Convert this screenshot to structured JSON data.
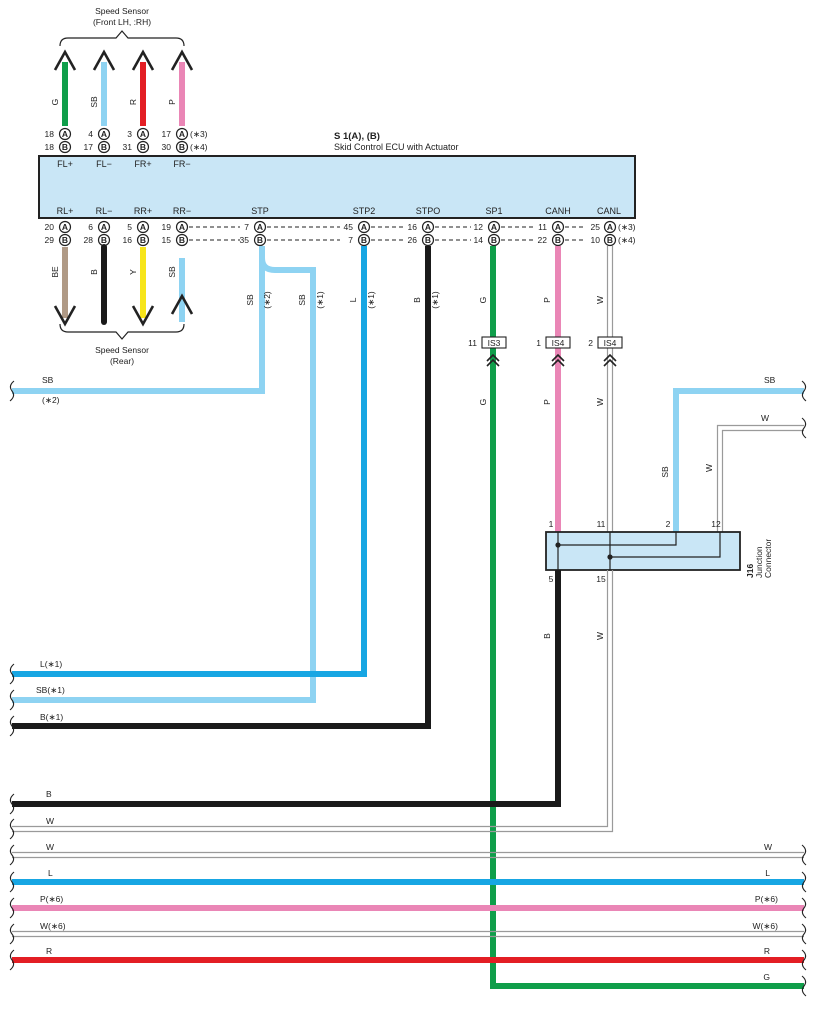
{
  "colors": {
    "SB": "#8ed3f2",
    "L": "#17a6e3",
    "G": "#0f9e4a",
    "R": "#e31e24",
    "P": "#ea86b6",
    "BE": "#b09a86",
    "B": "#1a1a1a",
    "Y": "#f7e51a",
    "W": "#9a9a9a",
    "ecu_fill": "#c9e6f6",
    "frame": "#222222"
  },
  "front_sensor": {
    "title_line1": "Speed Sensor",
    "title_line2": "(Front LH, :RH)"
  },
  "rear_sensor": {
    "title_line1": "Speed Sensor",
    "title_line2": "(Rear)"
  },
  "ecu": {
    "code": "S 1(A), (B)",
    "name": "Skid Control ECU with Actuator"
  },
  "top_wires": [
    {
      "color": "G",
      "pinA": "18",
      "pinB": "18",
      "term": "FL+",
      "noteA": "",
      "noteB": ""
    },
    {
      "color": "SB",
      "pinA": "4",
      "pinB": "17",
      "term": "FL−",
      "noteA": "",
      "noteB": ""
    },
    {
      "color": "R",
      "pinA": "3",
      "pinB": "31",
      "term": "FR+",
      "noteA": "",
      "noteB": ""
    },
    {
      "color": "P",
      "pinA": "17",
      "pinB": "30",
      "term": "FR−",
      "noteA": "(∗3)",
      "noteB": "(∗4)"
    }
  ],
  "bottom_terms": [
    {
      "term": "RL+",
      "pinA": "20",
      "pinB": "29"
    },
    {
      "term": "RL−",
      "pinA": "6",
      "pinB": "28"
    },
    {
      "term": "RR+",
      "pinA": "5",
      "pinB": "16"
    },
    {
      "term": "RR−",
      "pinA": "19",
      "pinB": "15"
    },
    {
      "term": "STP",
      "pinA": "7",
      "pinB": "35"
    },
    {
      "term": "STP2",
      "pinA": "45",
      "pinB": "7"
    },
    {
      "term": "STPO",
      "pinA": "16",
      "pinB": "26"
    },
    {
      "term": "SP1",
      "pinA": "12",
      "pinB": "14"
    },
    {
      "term": "CANH",
      "pinA": "11",
      "pinB": "22"
    },
    {
      "term": "CANL",
      "pinA": "25",
      "pinB": "10",
      "noteA": "(∗3)",
      "noteB": "(∗4)"
    }
  ],
  "rear_wires": [
    {
      "color": "BE",
      "label": "BE"
    },
    {
      "color": "B",
      "label": "B"
    },
    {
      "color": "Y",
      "label": "Y"
    },
    {
      "color": "SB",
      "label": "SB"
    }
  ],
  "vertical_labels": {
    "stp_sb": "SB",
    "stp_sb_note": "(∗2)",
    "stp_sb2": "SB",
    "stp_sb2_note": "(∗1)",
    "stp2_l": "L",
    "stp2_l_note": "(∗1)",
    "stpo_b": "B",
    "stpo_b_note": "(∗1)",
    "sp1_g": "G",
    "sp1_g2": "G",
    "canh_p": "P",
    "canh_p2": "P",
    "canh_p3": "",
    "canl_w": "W",
    "canl_w2": "W",
    "j16_b": "B",
    "j16_w": "W",
    "right_sb": "SB",
    "right_w": "W"
  },
  "connectors": [
    {
      "pin": "11",
      "name": "IS3"
    },
    {
      "pin": "1",
      "name": "IS4"
    },
    {
      "pin": "2",
      "name": "IS4"
    }
  ],
  "junction": {
    "code": "J16",
    "name_line1": "Junction",
    "name_line2": "Connector",
    "pins_top": [
      "1",
      "11",
      "2",
      "12"
    ],
    "pins_bottom": [
      "5",
      "15"
    ]
  },
  "left_labels": {
    "sb2": "SB",
    "sb2_note": "(∗2)",
    "l1": "L(∗1)",
    "sb1": "SB(∗1)",
    "b1": "B(∗1)"
  },
  "right_top_labels": {
    "sb": "SB",
    "w": "W"
  },
  "bus_lines": [
    {
      "color": "B",
      "left": "B",
      "right": ""
    },
    {
      "color": "W",
      "left": "W",
      "right": ""
    },
    {
      "color": "W",
      "left": "W",
      "right": "W"
    },
    {
      "color": "L",
      "left": "L",
      "right": "L"
    },
    {
      "color": "P",
      "left": "P(∗6)",
      "right": "P(∗6)"
    },
    {
      "color": "W",
      "left": "W(∗6)",
      "right": "W(∗6)"
    },
    {
      "color": "R",
      "left": "R",
      "right": "R"
    },
    {
      "color": "G",
      "left": "",
      "right": "G"
    }
  ]
}
